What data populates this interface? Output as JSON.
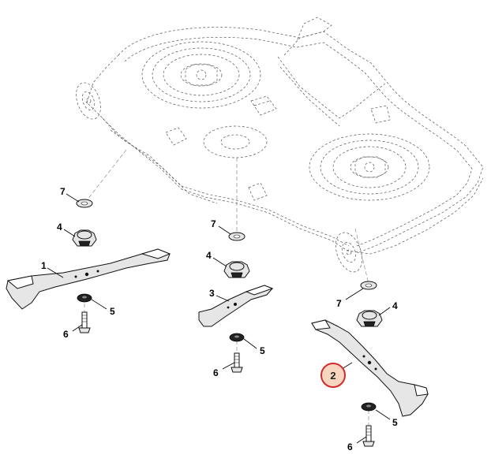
{
  "diagram": {
    "callouts": {
      "left": {
        "washer": "7",
        "hub": "4",
        "blade": "1",
        "spacer": "5",
        "bolt": "6"
      },
      "center": {
        "washer": "7",
        "hub": "4",
        "blade": "3",
        "spacer": "5",
        "bolt": "6"
      },
      "right": {
        "washer": "7",
        "hub": "4",
        "blade": "2",
        "spacer": "5",
        "bolt": "6"
      }
    },
    "highlight": {
      "label": "2",
      "fill": "#f6d6bf",
      "ring": "#d22a2a"
    }
  }
}
